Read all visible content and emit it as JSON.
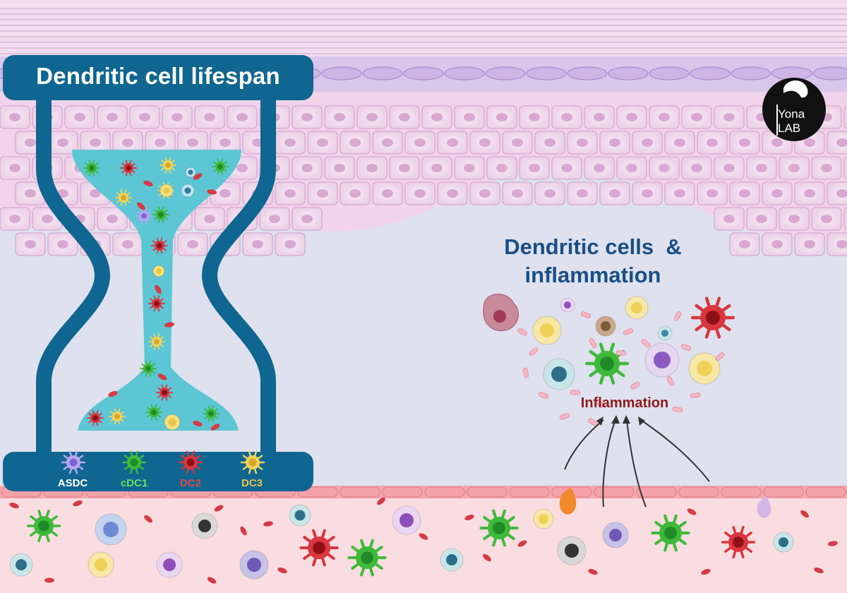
{
  "logo": {
    "line1": "Yona",
    "line2": "LAB"
  },
  "hourglass": {
    "title": "Dendritic cell lifespan",
    "labels": [
      {
        "text": "ASDC",
        "color": "#ffffff"
      },
      {
        "text": "cDC1",
        "color": "#6ee05a"
      },
      {
        "text": "DC2",
        "color": "#e0474f"
      },
      {
        "text": "DC3",
        "color": "#e6c24a"
      }
    ]
  },
  "inflammation_panel": {
    "title_line1": "Dendritic cells  &",
    "title_line2": "inflammation",
    "label": "Inflammation"
  },
  "colors": {
    "epidermis": "#f2d3ec",
    "dermis": "#dfe1ee",
    "hourglass_frame": "#0f6690",
    "hourglass_fill": "#5cc6d4",
    "vessel": "#f9dde0"
  }
}
